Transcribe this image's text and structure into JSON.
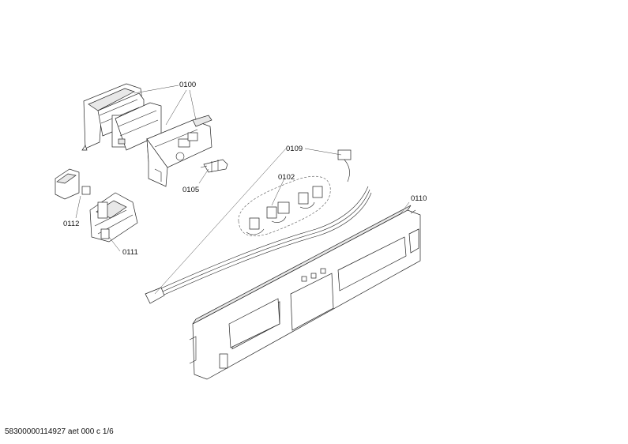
{
  "callouts": {
    "p0100": "0100",
    "p0105": "0105",
    "p0109": "0109",
    "p0102": "0102",
    "p0110": "0110",
    "p0112": "0112",
    "p0111": "0111"
  },
  "footer": {
    "doc_id": "58300000114927 aet 000 c 1/6"
  }
}
